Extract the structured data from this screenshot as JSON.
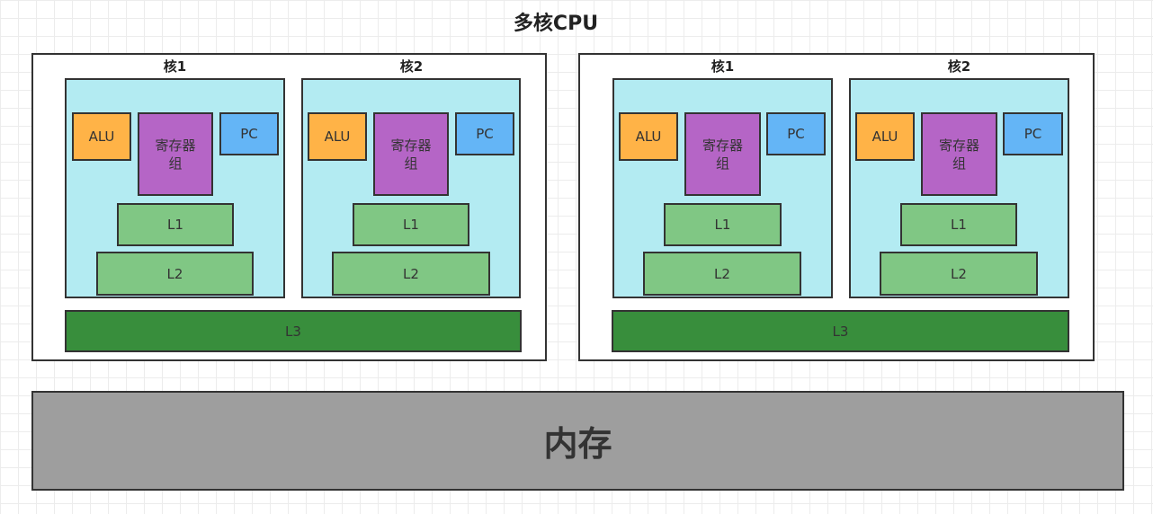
{
  "title": "多核CPU",
  "cpus": [
    {
      "cores": [
        {
          "label": "核1",
          "alu": "ALU",
          "reg": "寄存器\n组",
          "pc": "PC",
          "l1": "L1",
          "l2": "L2"
        },
        {
          "label": "核2",
          "alu": "ALU",
          "reg": "寄存器\n组",
          "pc": "PC",
          "l1": "L1",
          "l2": "L2"
        }
      ],
      "l3": "L3"
    },
    {
      "cores": [
        {
          "label": "核1",
          "alu": "ALU",
          "reg": "寄存器\n组",
          "pc": "PC",
          "l1": "L1",
          "l2": "L2"
        },
        {
          "label": "核2",
          "alu": "ALU",
          "reg": "寄存器\n组",
          "pc": "PC",
          "l1": "L1",
          "l2": "L2"
        }
      ],
      "l3": "L3"
    }
  ],
  "memory": "内存"
}
